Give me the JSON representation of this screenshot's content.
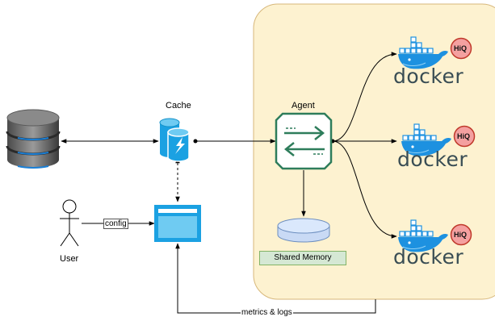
{
  "nodes": {
    "cache": {
      "label": "Cache"
    },
    "agent": {
      "label": "Agent"
    },
    "user": {
      "label": "User"
    },
    "shared_memory": {
      "label": "Shared Memory"
    },
    "docker": [
      {
        "word": "docker",
        "badge": "HiQ"
      },
      {
        "word": "docker",
        "badge": "HiQ"
      },
      {
        "word": "docker",
        "badge": "HiQ"
      }
    ]
  },
  "edges": {
    "config": "config",
    "metrics_logs": "metrics & logs"
  },
  "icons": {
    "database": "database-server-icon",
    "cache": "cache-cylinders-lightning-icon",
    "agent": "exchange-arrows-icon",
    "browser": "browser-window-icon",
    "user": "stick-figure-user-icon",
    "shared_memory": "cylinder-disk-icon",
    "docker": "docker-whale-icon",
    "hiq": "hiq-badge-icon"
  },
  "colors": {
    "agent_group_fill": "#fdf2d0",
    "agent_group_stroke": "#d7b77a",
    "agent_icon": "#2e7d5b",
    "cache_icon": "#1ba1e2",
    "browser_icon": "#1ba1e2",
    "docker_blue": "#1d91e0",
    "docker_text": "#394d54",
    "hiq_fill": "#f4a0a0",
    "hiq_stroke": "#c0392b",
    "shared_memory_fill": "#d5e8d4",
    "shared_memory_stroke": "#82b366",
    "disk_fill": "#dae8fc",
    "disk_stroke": "#6c8ebf"
  }
}
